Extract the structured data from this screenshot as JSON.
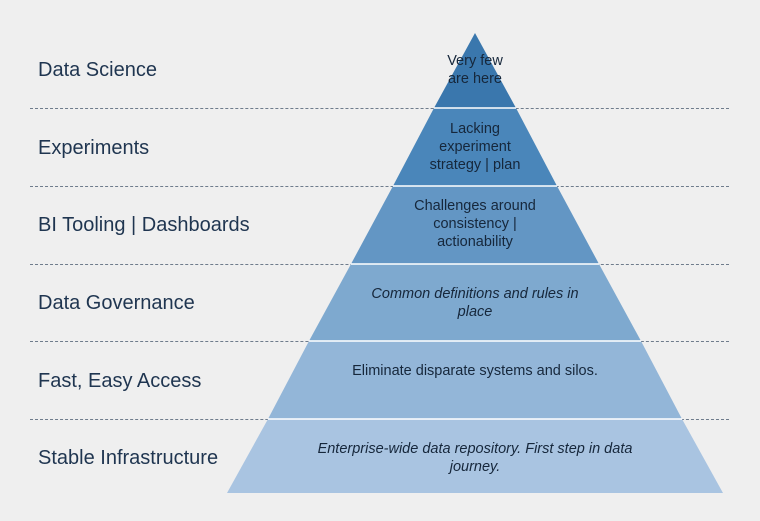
{
  "pyramid": {
    "levels": [
      {
        "label": "Data Science",
        "description": "Very few are here",
        "color": "#3a77ad"
      },
      {
        "label": "Experiments",
        "description": "Lacking experiment strategy | plan",
        "color": "#4a86ba"
      },
      {
        "label": "BI Tooling | Dashboards",
        "description": "Challenges around consistency | actionability",
        "color": "#6396c4"
      },
      {
        "label": "Data Governance",
        "description": "Common definitions and rules in place",
        "color": "#7ea9cf"
      },
      {
        "label": "Fast, Easy Access",
        "description": "Eliminate disparate systems and silos.",
        "color": "#93b6d8"
      },
      {
        "label": "Stable Infrastructure",
        "description": "Enterprise-wide data repository. First step in data journey.",
        "color": "#a9c4e1"
      }
    ]
  }
}
